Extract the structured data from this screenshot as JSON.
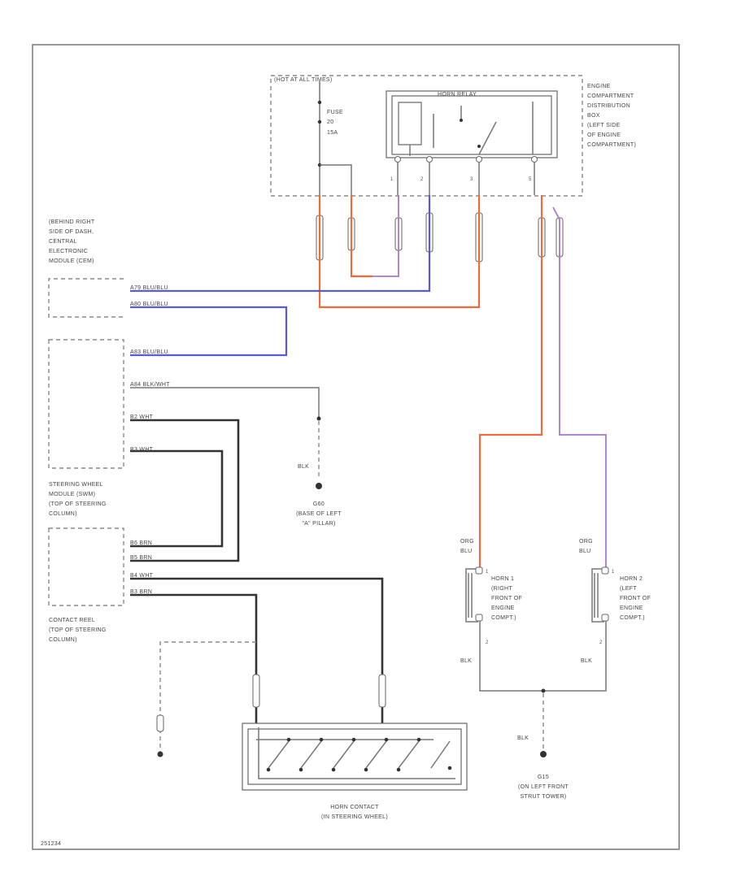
{
  "fuse_box": {
    "title": "(HOT AT ALL TIMES)",
    "location": [
      "ENGINE",
      "COMPARTMENT",
      "DISTRIBUTION",
      "BOX",
      "(LEFT SIDE",
      "OF ENGINE",
      "COMPARTMENT)"
    ],
    "fuse": [
      "FUSE",
      "20",
      "15A"
    ],
    "relay_label": "HORN RELAY",
    "pins": [
      "1",
      "2",
      "3",
      "5"
    ]
  },
  "cem": {
    "location": [
      "(BEHIND RIGHT",
      "SIDE OF DASH,",
      "CENTRAL",
      "ELECTRONIC",
      "MODULE (CEM)"
    ],
    "wires": [
      "A79 BLU/BLU",
      "A80 BLU/BLU"
    ]
  },
  "swm": {
    "wires": [
      "A83 BLU/BLU",
      "A84 BLK/WHT",
      "B2 WHT",
      "B3 WHT"
    ],
    "location": [
      "STEERING WHEEL",
      "MODULE (SWM)",
      "(TOP OF STEERING",
      "COLUMN)"
    ]
  },
  "contact_reel": {
    "wires": [
      "B6 BRN",
      "B5 BRN",
      "B4 WHT",
      "B3 BRN"
    ],
    "location": [
      "CONTACT REEL",
      "(TOP OF STEERING",
      "COLUMN)"
    ]
  },
  "ground_g60": {
    "wire_color": "BLK",
    "name": "G60",
    "location": [
      "(BASE OF LEFT",
      "\"A\" PILLAR)"
    ]
  },
  "horn1": {
    "wire_top": [
      "ORG",
      "BLU"
    ],
    "label": [
      "HORN 1",
      "(RIGHT",
      "FRONT OF",
      "ENGINE",
      "COMPT.)"
    ],
    "pin_top": "1",
    "pin_bottom": "2",
    "wire_bottom": "BLK"
  },
  "horn2": {
    "wire_top": [
      "ORG",
      "BLU"
    ],
    "label": [
      "HORN 2",
      "(LEFT",
      "FRONT OF",
      "ENGINE",
      "COMPT.)"
    ],
    "pin_top": "1",
    "pin_bottom": "2",
    "wire_bottom": "BLK"
  },
  "ground_g15": {
    "wire_color": "BLK",
    "name": "G15",
    "location": [
      "(ON LEFT FRONT",
      "STRUT TOWER)"
    ]
  },
  "horn_contact": {
    "label": [
      "HORN CONTACT",
      "(IN STEERING WHEEL)"
    ]
  },
  "figure_id": "251234",
  "colors": {
    "blue_wire": "#5a5ad8",
    "orange_wire": "#f06a3a",
    "purple_wire": "#a878c8",
    "black_wire": "#333333"
  }
}
